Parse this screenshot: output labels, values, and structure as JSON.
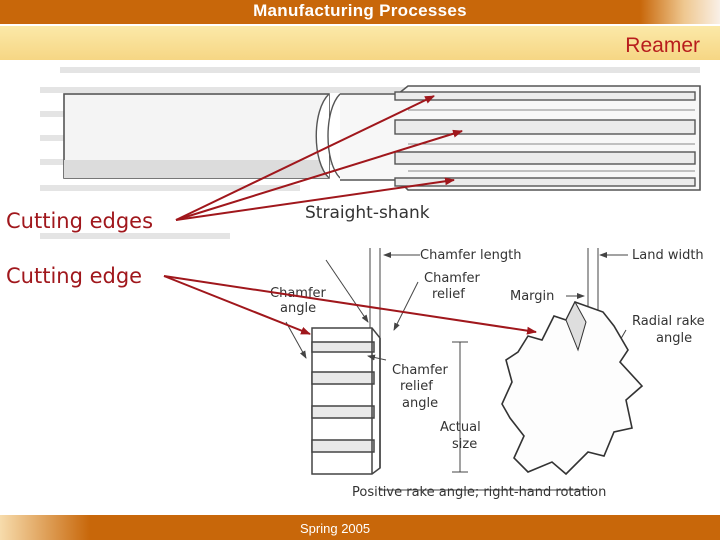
{
  "header": {
    "title": "Manufacturing Processes"
  },
  "slide": {
    "title": "Reamer"
  },
  "labels": {
    "cutting_edges": "Cutting edges",
    "cutting_edge": "Cutting edge"
  },
  "figure": {
    "straight_shank": "Straight-shank",
    "chamfer_length": "Chamfer length",
    "land_width": "Land width",
    "chamfer_angle_1": "Chamfer",
    "chamfer_angle_2": "angle",
    "chamfer_relief_1": "Chamfer",
    "chamfer_relief_2": "relief",
    "margin": "Margin",
    "radial_rake_1": "Radial rake",
    "radial_rake_2": "angle",
    "chamfer_relief_angle_1": "Chamfer",
    "chamfer_relief_angle_2": "relief",
    "chamfer_relief_angle_3": "angle",
    "actual_size_1": "Actual",
    "actual_size_2": "size",
    "positive_rake": "Positive rake angle; right-hand rotation"
  },
  "footer": {
    "text": "Spring 2005"
  },
  "colors": {
    "header": "#c8670a",
    "title": "#b81d1d",
    "arrow": "#a0171c"
  }
}
